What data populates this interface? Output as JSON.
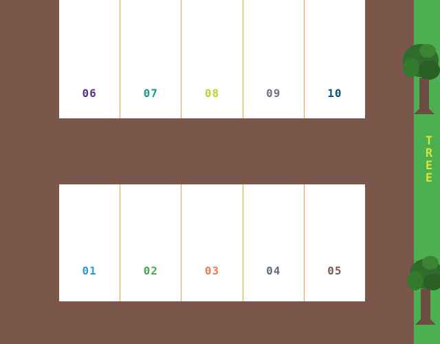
{
  "parking": {
    "top_row": [
      {
        "label": "06",
        "color": "#5b2d8e"
      },
      {
        "label": "07",
        "color": "#1a9a8a"
      },
      {
        "label": "08",
        "color": "#b5d534"
      },
      {
        "label": "09",
        "color": "#6b7480"
      },
      {
        "label": "10",
        "color": "#0d4f7a"
      }
    ],
    "bottom_row": [
      {
        "label": "01",
        "color": "#2b9ad6"
      },
      {
        "label": "02",
        "color": "#4aa556"
      },
      {
        "label": "03",
        "color": "#ef7a55"
      },
      {
        "label": "04",
        "color": "#5f6b78"
      },
      {
        "label": "05",
        "color": "#7a5a4e"
      }
    ]
  },
  "side_label": {
    "text": "T\nR\nE\nE",
    "color": "#d8e33a"
  },
  "colors": {
    "road": "#7a574a",
    "lot": "#ffffff",
    "divider": "#e3a33a",
    "grass": "#4caf50",
    "foliage": "#2f6b2a",
    "trunk": "#6a4e44"
  },
  "icons": [
    "tree-icon"
  ]
}
